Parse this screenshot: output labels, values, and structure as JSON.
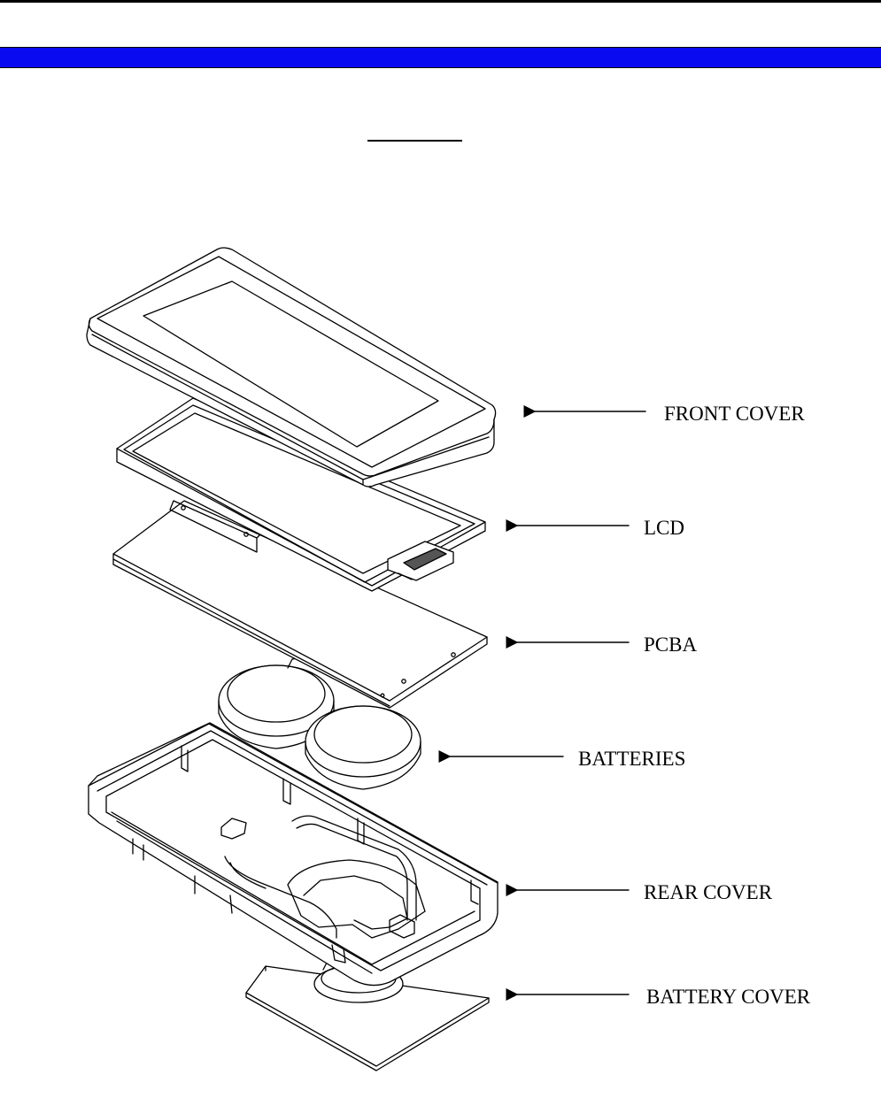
{
  "figure": {
    "callouts": [
      {
        "id": "front-cover",
        "label": "FRONT COVER"
      },
      {
        "id": "lcd",
        "label": "LCD"
      },
      {
        "id": "pcba",
        "label": "PCBA"
      },
      {
        "id": "batteries",
        "label": "BATTERIES"
      },
      {
        "id": "rear-cover",
        "label": "REAR COVER"
      },
      {
        "id": "battery-cover",
        "label": "BATTERY COVER"
      }
    ]
  },
  "colors": {
    "band": "#0a0af0",
    "line": "#000000"
  }
}
